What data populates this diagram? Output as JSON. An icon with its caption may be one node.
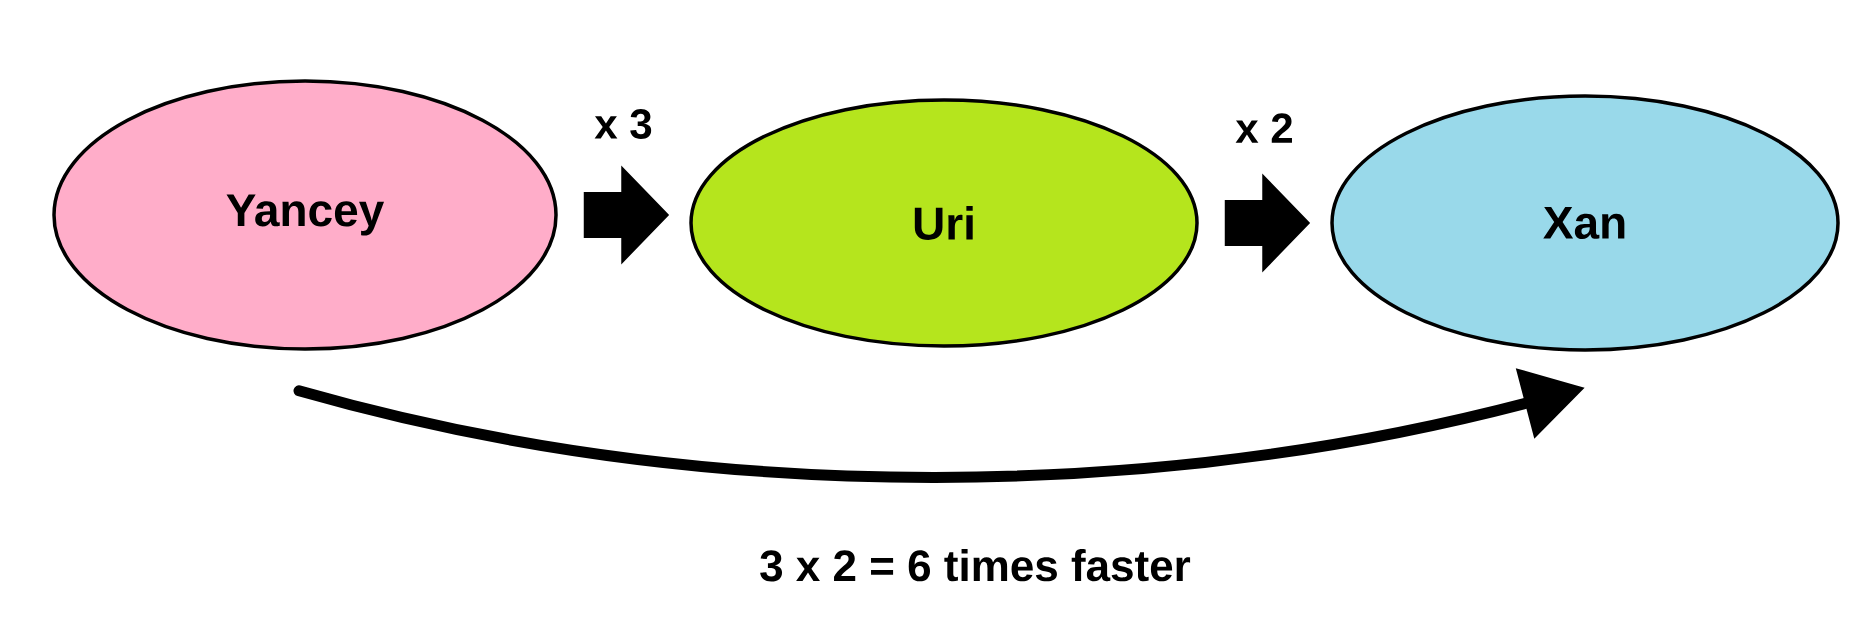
{
  "diagram": {
    "nodes": [
      {
        "text": [
          "Yancey"
        ]
      },
      {
        "text": [
          "Uri"
        ]
      },
      {
        "text": [
          "Xan"
        ]
      }
    ],
    "edges": [
      {
        "from": 0,
        "to": 1,
        "arrow": "to",
        "label": "x 3"
      },
      {
        "from": 1,
        "to": 2,
        "arrow": "to",
        "label": "x 2"
      },
      {
        "from": 0,
        "to": 2,
        "arrow": "to",
        "label": "3 x 2 = 6 times faster"
      }
    ]
  }
}
